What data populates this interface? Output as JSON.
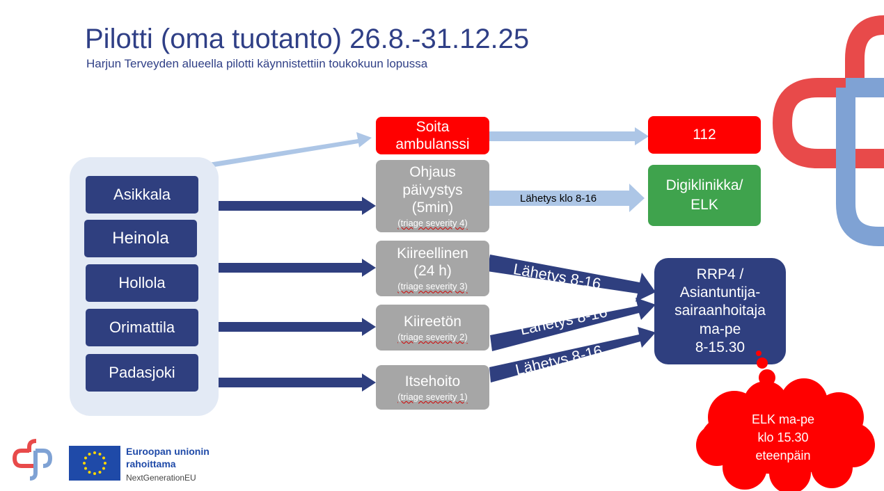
{
  "slide": {
    "title": "Pilotti (oma tuotanto) 26.8.-31.12.25",
    "subtitle": "Harjun Terveyden alueella pilotti käynnistettiin toukokuun lopussa"
  },
  "municipalities": [
    "Asikkala",
    "Heinola",
    "Hollola",
    "Orimattila",
    "Padasjoki"
  ],
  "triage_boxes": [
    {
      "lines": [
        "Soita",
        "ambulanssi"
      ],
      "note": ""
    },
    {
      "lines": [
        "Ohjaus",
        "päivystys",
        "(5min)"
      ],
      "note": "(triage severity 4)"
    },
    {
      "lines": [
        "Kiireellinen",
        "(24 h)"
      ],
      "note": "(triage severity 3)"
    },
    {
      "lines": [
        "Kiireetön"
      ],
      "note": "(triage severity 2)"
    },
    {
      "lines": [
        "Itsehoito"
      ],
      "note": "(triage severity 1)"
    }
  ],
  "destinations": {
    "emergency": "112",
    "digiclinic": [
      "Digiklinikka/",
      "ELK"
    ],
    "rrp4": [
      "RRP4 /",
      "Asiantuntija-",
      "sairaanhoitaja",
      "ma-pe",
      "8-15.30"
    ]
  },
  "arrow_labels": {
    "digiclinic": "Lähetys klo 8-16",
    "urgent": "Lähetys 8-16",
    "nonurgent": "Lähetys 8-16",
    "selfcare": "Lähetys 8-16"
  },
  "cloud": [
    "ELK ma-pe",
    "klo 15.30",
    "eteenpäin"
  ],
  "funding": {
    "line1": "Euroopan unionin",
    "line2": "rahoittama",
    "line3": "NextGenerationEU"
  },
  "colors": {
    "navy": "#2f3f7f",
    "light_blue": "#adc6e6",
    "gray": "#a6a6a6",
    "red": "#ff0000",
    "green": "#3fa34d",
    "logo_red": "#e84a4a",
    "logo_blue": "#7fa2d4"
  }
}
